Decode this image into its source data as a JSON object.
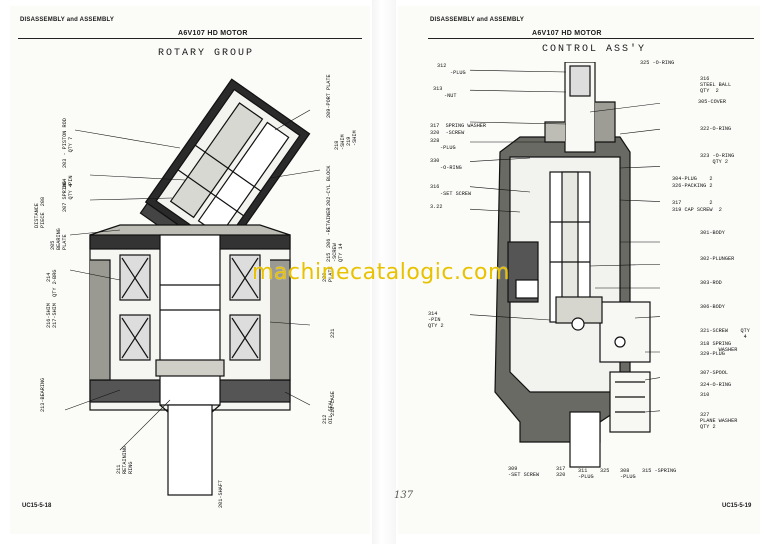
{
  "left_page": {
    "header": "DISASSEMBLY and ASSEMBLY",
    "model": "A6V107 HD MOTOR",
    "title": "ROTARY GROUP",
    "page_number": "UC15-5-18",
    "labels": {
      "l203": "203 - PISTON ROD\n     QTY 7",
      "l204": "204\n-PIN",
      "l207": "207 SPRING\n    QTY 4",
      "l208": "DISTANCE\nPIECE  208",
      "l205": "205\nBEARING\nPLATE",
      "l214": "214\n-BRG",
      "l216": "216-SHIM\n217-SHIM  QTY 2",
      "l213": "213-BEARING",
      "l211": "211\nRETAINING\nRING",
      "l201": "201-SHAFT",
      "l209": "209-PORT PLATE",
      "l218": "218\n-SHIM",
      "l219": "219\n-SHIM",
      "l202": "202-CYL BLOCK",
      "l206": "206 -RETAINER",
      "l215": "215\n-SCREW\nQTY 14",
      "l220": "220\nPLATE",
      "l221": "221",
      "l210": "210-CASE",
      "l212": "212\nOIL SEAL"
    }
  },
  "right_page": {
    "header": "DISASSEMBLY and ASSEMBLY",
    "model": "A6V107 HD MOTOR",
    "title": "CONTROL ASS'Y",
    "page_number": "UC15-5-19",
    "labels": {
      "l312": "312",
      "l312b": "-PLUG",
      "l313": "313",
      "l313b": "-NUT",
      "l317": "317  SPRING WASHER",
      "l320": "320  -SCREW",
      "l328": "328",
      "l328b": "-PLUG",
      "l330": "330",
      "l330b": "-O-RING",
      "l316": "316",
      "l316b": "-SET SCREW",
      "l322": "3.22",
      "l314": "314\n-PIN\nQTY 2",
      "l325": "325 -O-RING",
      "l316r": "316\nSTEEL BALL\nQTY  2",
      "l305": "305-COVER",
      "l322r": "322-O-RING",
      "l323": "323 -O-RING\n    QTY 2",
      "l304": "304-PLUG    2",
      "l326": "326-PACKING 2",
      "l317r": "317         2",
      "l319": "319 CAP SCREW  2",
      "l301": "301-BODY",
      "l302": "302-PLUNGER",
      "l303": "303-ROD",
      "l306": "306-BODY",
      "l321": "321-SCREW    QTY\n              4",
      "l318": "318 SPRING\n      WASHER",
      "l329": "329-PLUG",
      "l307": "307-SPOOL",
      "l324": "324-O-RING",
      "l310": "310",
      "l327": "327\nPLANE WASHER\nQTY 2",
      "b309": "309\n-SET SCREW",
      "b317": "317\n320",
      "b311": "311\n-PLUG",
      "b325": "325",
      "b308": "308\n-PLUG",
      "b315": "315 -SPRING"
    }
  },
  "handwritten_mark": "137",
  "watermark": "machinecatalogic.com"
}
